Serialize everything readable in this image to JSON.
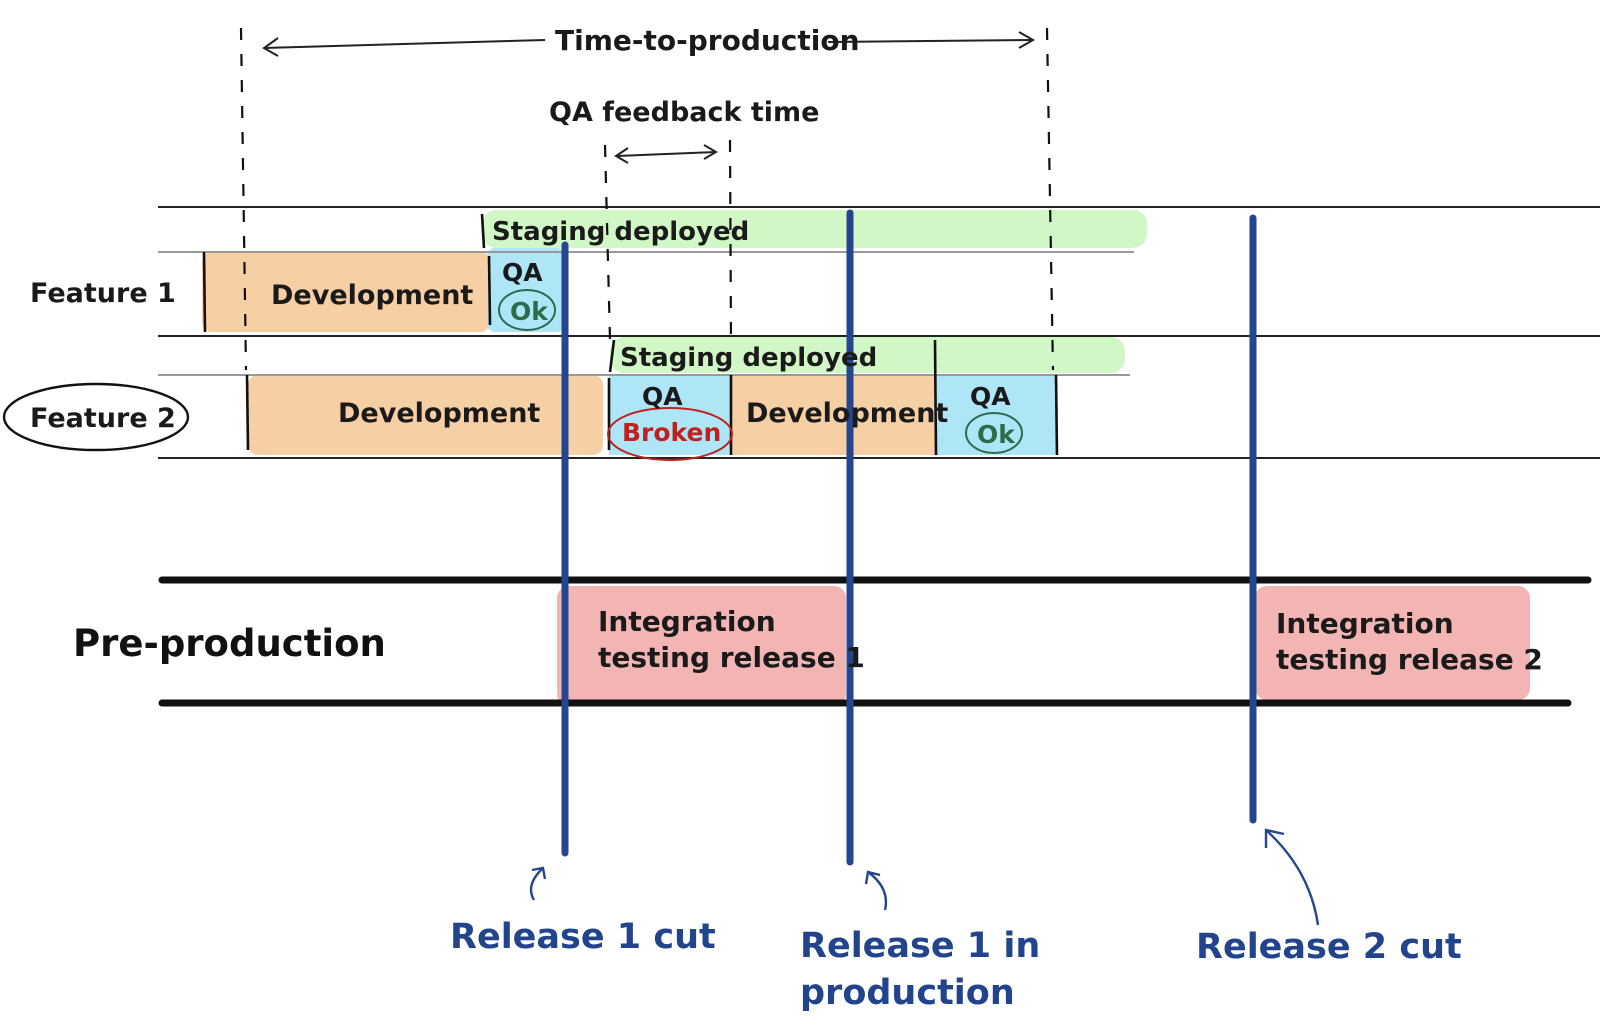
{
  "labels": {
    "time_to_production": "Time-to-production",
    "qa_feedback_time": "QA feedback time",
    "feature1": "Feature 1",
    "feature2": "Feature 2",
    "preproduction": "Pre-production"
  },
  "feature1": {
    "staging": "Staging deployed",
    "development": "Development",
    "qa": "QA",
    "qa_result": "Ok"
  },
  "feature2": {
    "staging": "Staging deployed",
    "development_1": "Development",
    "qa_1": "QA",
    "qa_1_result": "Broken",
    "development_2": "Development",
    "qa_2": "QA",
    "qa_2_result": "Ok"
  },
  "preproduction": {
    "integration_1_line1": "Integration",
    "integration_1_line2": "testing release 1",
    "integration_2_line1": "Integration",
    "integration_2_line2": "testing release 2"
  },
  "releases": {
    "r1_cut": "Release 1 cut",
    "r1_prod_line1": "Release 1 in",
    "r1_prod_line2": "production",
    "r2_cut": "Release 2 cut"
  },
  "colors": {
    "development": "#f7cfa4",
    "qa": "#aee6f7",
    "staging": "#d2f7c6",
    "integration": "#f3b4b4",
    "release_line": "#24468f",
    "ok": "#2d6b4a",
    "broken": "#c0201e"
  }
}
